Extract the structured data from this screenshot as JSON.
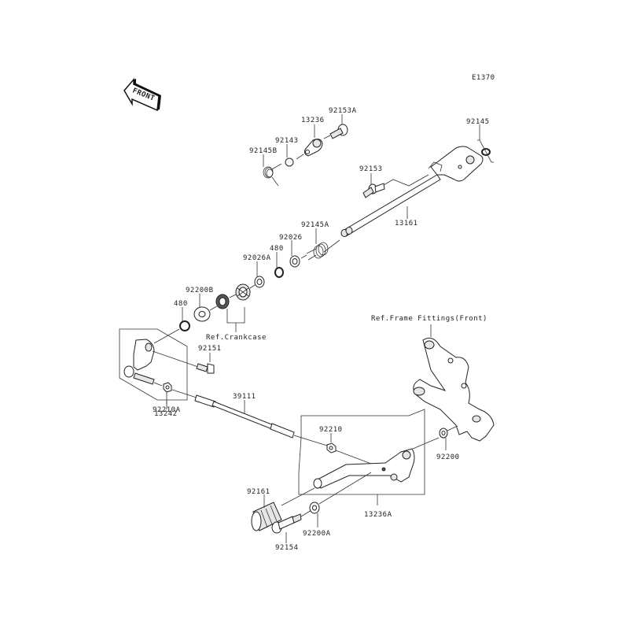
{
  "diagram_code": "E1370",
  "front_indicator": "FRONT",
  "labels": {
    "p92153A": "92153A",
    "p13236": "13236",
    "p92143": "92143",
    "p92145B": "92145B",
    "p92145": "92145",
    "p92153": "92153",
    "p13161": "13161",
    "p92145A": "92145A",
    "p92026": "92026",
    "p480a": "480",
    "p92026A": "92026A",
    "p92200B": "92200B",
    "p480b": "480",
    "ref_crankcase": "Ref.Crankcase",
    "p92151": "92151",
    "ref_frame": "Ref.Frame Fittings(Front)",
    "p39111": "39111",
    "p92210A": "92210A",
    "p13242": "13242",
    "p92210": "92210",
    "p92200": "92200",
    "p92161": "92161",
    "p13236A": "13236A",
    "p92154": "92154",
    "p92200A": "92200A"
  }
}
